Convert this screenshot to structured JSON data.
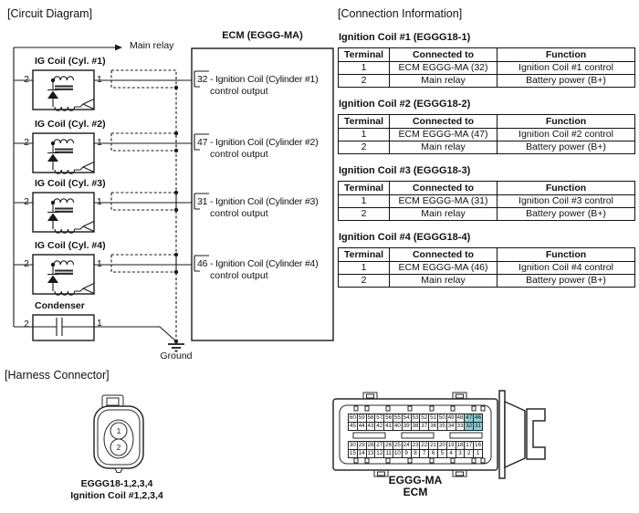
{
  "circuit": {
    "section_title": "[Circuit Diagram]",
    "main_relay_label": "Main relay",
    "ecm_box_title": "ECM (EGGG-MA)",
    "ground_label": "Ground",
    "terminal_left": "2",
    "terminal_right": "1",
    "condenser_label": "Condenser",
    "coils": [
      {
        "label": "IG Coil (Cyl. #1)",
        "pin_line1": "32 - Ignition Coil (Cylinder #1)",
        "pin_line2": "control output"
      },
      {
        "label": "IG Coil (Cyl. #2)",
        "pin_line1": "47 - Ignition Coil (Cylinder #2)",
        "pin_line2": "control output"
      },
      {
        "label": "IG Coil (Cyl. #3)",
        "pin_line1": "31 - Ignition Coil (Cylinder #3)",
        "pin_line2": "control output"
      },
      {
        "label": "IG Coil (Cyl. #4)",
        "pin_line1": "46 - Ignition Coil (Cylinder #4)",
        "pin_line2": "control output"
      }
    ]
  },
  "connection_info": {
    "section_title": "[Connection Information]",
    "tables": [
      {
        "title": "Ignition Coil #1 (EGGG18-1)",
        "headers": [
          "Terminal",
          "Connected to",
          "Function"
        ],
        "rows": [
          [
            "1",
            "ECM EGGG-MA (32)",
            "Ignition Coil #1 control"
          ],
          [
            "2",
            "Main relay",
            "Battery power (B+)"
          ]
        ]
      },
      {
        "title": "Ignition Coil #2 (EGGG18-2)",
        "headers": [
          "Terminal",
          "Connected to",
          "Function"
        ],
        "rows": [
          [
            "1",
            "ECM EGGG-MA (47)",
            "Ignition Coil #2 control"
          ],
          [
            "2",
            "Main relay",
            "Battery power (B+)"
          ]
        ]
      },
      {
        "title": "Ignition Coil #3 (EGGG18-3)",
        "headers": [
          "Terminal",
          "Connected to",
          "Function"
        ],
        "rows": [
          [
            "1",
            "ECM EGGG-MA (31)",
            "Ignition Coil #3 control"
          ],
          [
            "2",
            "Main relay",
            "Battery power (B+)"
          ]
        ]
      },
      {
        "title": "Ignition Coil #4 (EGGG18-4)",
        "headers": [
          "Terminal",
          "Connected to",
          "Function"
        ],
        "rows": [
          [
            "1",
            "ECM EGGG-MA (46)",
            "Ignition Coil #4 control"
          ],
          [
            "2",
            "Main relay",
            "Battery power (B+)"
          ]
        ]
      }
    ]
  },
  "harness": {
    "section_title": "[Harness Connector]",
    "small_connector": {
      "pins": [
        "1",
        "2"
      ],
      "caption_line1": "EGGG18-1,2,3,4",
      "caption_line2": "Ignition Coil #1,2,3,4"
    },
    "ecm_connector": {
      "caption_line1": "EGGG-MA",
      "caption_line2": "ECM",
      "highlight_color": "#8fcfd6",
      "highlighted_pins": [
        "47",
        "46",
        "32",
        "31"
      ],
      "pin_rows_upper": [
        [
          "60",
          "59",
          "58",
          "57",
          "56",
          "55",
          "54",
          "53",
          "52",
          "51",
          "50",
          "49",
          "48",
          "47",
          "46"
        ],
        [
          "45",
          "44",
          "43",
          "42",
          "41",
          "40",
          "39",
          "38",
          "37",
          "36",
          "35",
          "34",
          "33",
          "32",
          "31"
        ]
      ],
      "pin_rows_lower": [
        [
          "30",
          "29",
          "28",
          "27",
          "26",
          "25",
          "24",
          "23",
          "22",
          "21",
          "20",
          "19",
          "18",
          "17",
          "16"
        ],
        [
          "15",
          "14",
          "13",
          "12",
          "11",
          "10",
          "9",
          "8",
          "7",
          "6",
          "5",
          "4",
          "3",
          "2",
          "1"
        ]
      ]
    }
  }
}
